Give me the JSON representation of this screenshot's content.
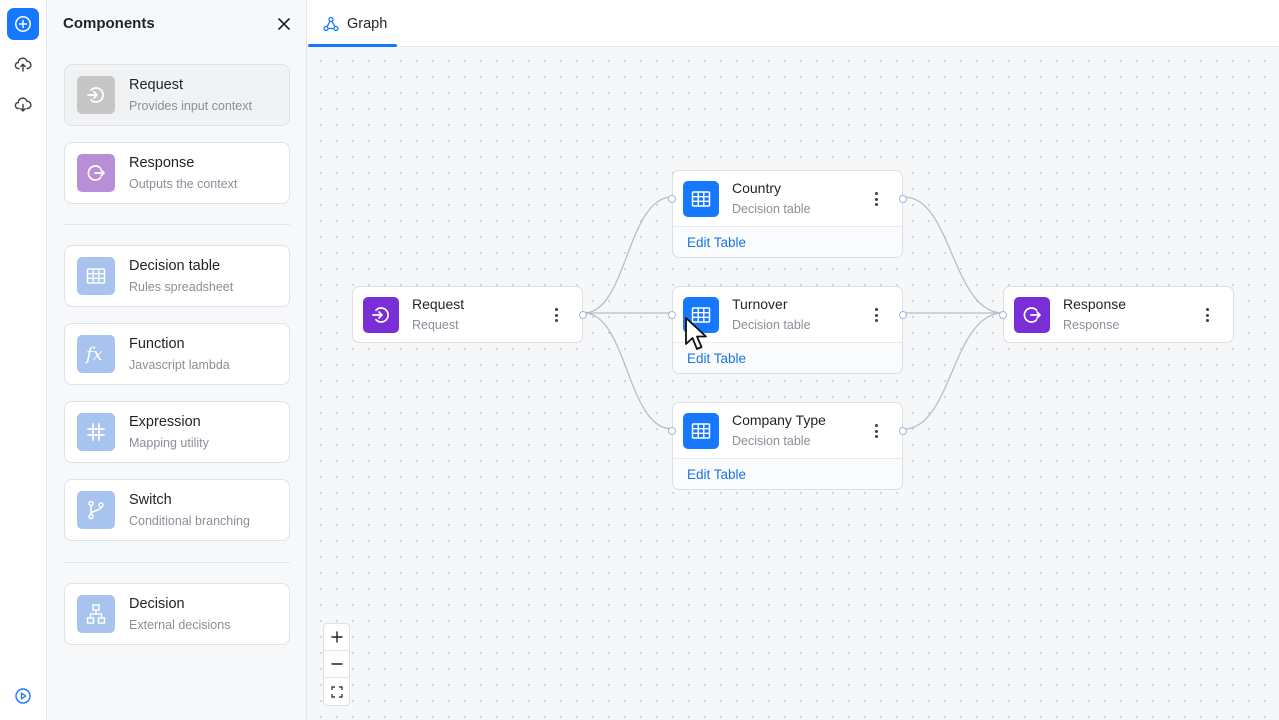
{
  "rail": {
    "items": [
      {
        "icon": "add-circle-icon",
        "active": true
      },
      {
        "icon": "cloud-upload-icon",
        "active": false
      },
      {
        "icon": "cloud-download-icon",
        "active": false
      }
    ],
    "bottom_icon": "play-circle-icon"
  },
  "panel": {
    "title": "Components",
    "close_icon": "close-icon",
    "items": [
      {
        "name": "Request",
        "desc": "Provides input context",
        "icon": "login-icon",
        "color": "#c6c6c6"
      },
      {
        "name": "Response",
        "desc": "Outputs the context",
        "icon": "logout-icon",
        "color": "#b88fd6"
      },
      {
        "name": "Decision table",
        "desc": "Rules spreadsheet",
        "icon": "table-icon",
        "color": "#a9c3ef"
      },
      {
        "name": "Function",
        "desc": "Javascript lambda",
        "icon": "function-icon",
        "color": "#a9c3ef"
      },
      {
        "name": "Expression",
        "desc": "Mapping utility",
        "icon": "hash-icon",
        "color": "#a9c3ef"
      },
      {
        "name": "Switch",
        "desc": "Conditional branching",
        "icon": "branch-icon",
        "color": "#a9c3ef"
      },
      {
        "name": "Decision",
        "desc": "External decisions",
        "icon": "hierarchy-icon",
        "color": "#a9c3ef"
      }
    ]
  },
  "tab": {
    "label": "Graph",
    "icon": "graph-icon"
  },
  "graph": {
    "nodes": [
      {
        "name": "Request",
        "type": "Request",
        "icon": "login-icon",
        "color": "#7a2fd6"
      },
      {
        "name": "Country",
        "type": "Decision table",
        "icon": "table-icon",
        "color": "#1677ff",
        "action": "Edit Table"
      },
      {
        "name": "Turnover",
        "type": "Decision table",
        "icon": "table-icon",
        "color": "#1677ff",
        "action": "Edit Table"
      },
      {
        "name": "Company Type",
        "type": "Decision table",
        "icon": "table-icon",
        "color": "#1677ff",
        "action": "Edit Table"
      },
      {
        "name": "Response",
        "type": "Response",
        "icon": "logout-icon",
        "color": "#7a2fd6"
      }
    ],
    "edges": [
      {
        "from": "Request",
        "to": "Country"
      },
      {
        "from": "Request",
        "to": "Turnover"
      },
      {
        "from": "Request",
        "to": "Company Type"
      },
      {
        "from": "Country",
        "to": "Response"
      },
      {
        "from": "Turnover",
        "to": "Response"
      },
      {
        "from": "Company Type",
        "to": "Response"
      }
    ]
  },
  "zoom": {
    "in_icon": "plus-icon",
    "out_icon": "minus-icon",
    "fit_icon": "fit-view-icon"
  },
  "colors": {
    "accent": "#1677ff",
    "link": "#1b74e4",
    "edge": "#b9bdc4"
  }
}
